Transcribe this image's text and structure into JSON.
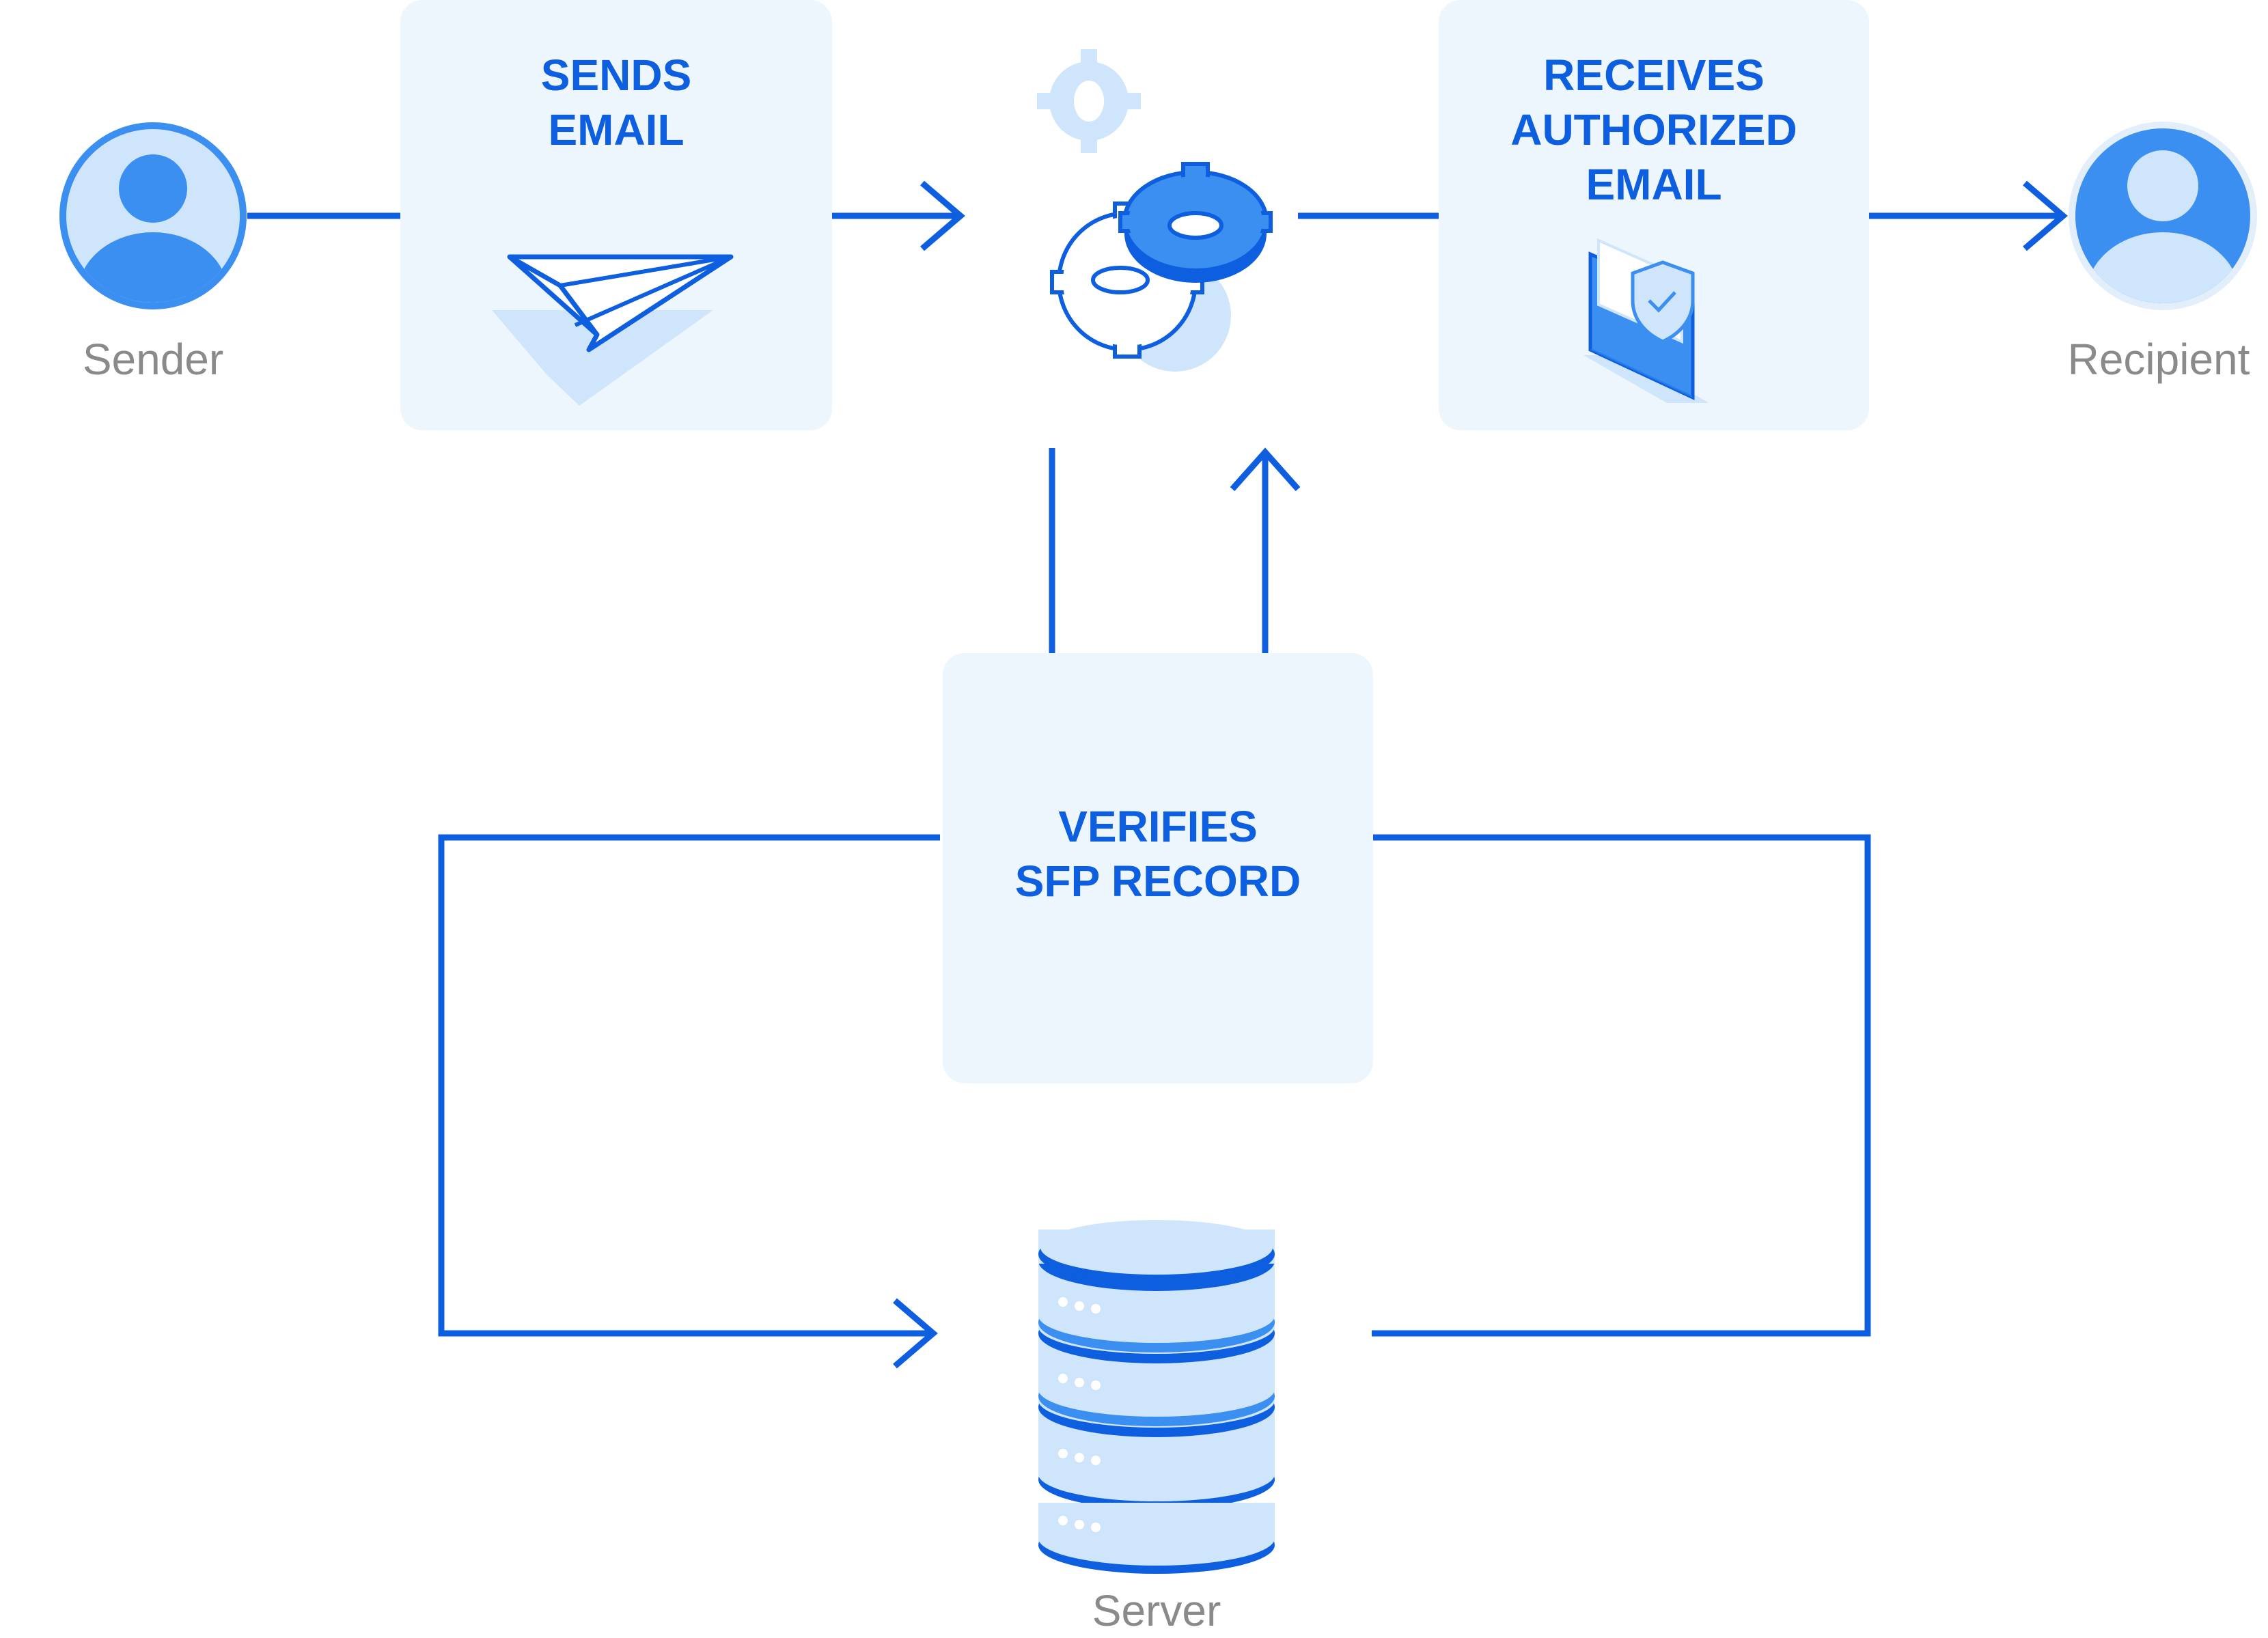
{
  "nodes": {
    "sender": {
      "label": "Sender"
    },
    "recipient": {
      "label": "Recipient"
    },
    "server": {
      "label": "Server"
    }
  },
  "steps": {
    "sends": {
      "title": "SENDS\nEMAIL"
    },
    "receives": {
      "title": "RECEIVES\nAUTHORIZED\nEMAIL"
    },
    "verifies": {
      "title": "VERIFIES\nSFP RECORD"
    }
  },
  "icons": {
    "sender_avatar": "user-icon",
    "recipient_avatar": "user-icon",
    "sends": "paper-plane-icon",
    "processing": "gears-icon",
    "receives": "shielded-envelope-icon",
    "server": "database-icon"
  },
  "colors": {
    "line": "#0d5fe0",
    "box_bg": "#eef6fd",
    "accent": "#3a8ff0",
    "light": "#cfe5fb",
    "label": "#8a8a8a"
  }
}
